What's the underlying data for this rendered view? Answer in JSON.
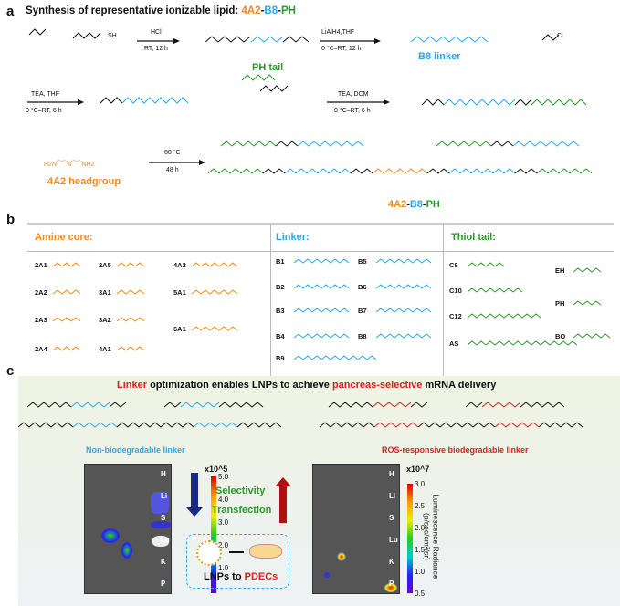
{
  "panel_a": {
    "label": "a",
    "title_prefix": "Synthesis of representative ionizable lipid: ",
    "title_parts": [
      "4A2",
      "-",
      "B8",
      "-",
      "PH"
    ],
    "step1": {
      "reagent": "HCl",
      "conditions": "RT, 12 h",
      "sh": "SH"
    },
    "step2": {
      "reagent": "LiAlH4,THF",
      "conditions": "0 °C–RT, 12 h"
    },
    "b8_linker": "B8 linker",
    "acyl_cl": "Cl",
    "step3": {
      "reagent": "TEA, THF",
      "conditions": "0 °C–RT, 6 h"
    },
    "pH_tail": "PH tail",
    "step4": {
      "reagent": "TEA, DCM",
      "conditions": "0 °C–RT, 6 h"
    },
    "step5": {
      "reagent": "60 °C",
      "conditions": "48 h"
    },
    "headgroup_label": "4A2 headgroup",
    "headgroup_formula": "H2N⁀⁀N⁀⁀NH2",
    "product_parts": [
      "4A2",
      "-",
      "B8",
      "-",
      "PH"
    ]
  },
  "panel_b": {
    "label": "b",
    "headers": [
      "Amine core:",
      "Linker:",
      "Thiol tail:"
    ],
    "amines": [
      "2A1",
      "2A2",
      "2A3",
      "2A4",
      "2A5",
      "3A1",
      "3A2",
      "4A1",
      "4A2",
      "5A1",
      "6A1"
    ],
    "linkers": [
      "B1",
      "B2",
      "B3",
      "B4",
      "B5",
      "B6",
      "B7",
      "B8",
      "B9"
    ],
    "tails": [
      "C8",
      "C10",
      "C12",
      "AS",
      "EH",
      "PH",
      "BO"
    ]
  },
  "panel_c": {
    "label": "c",
    "title_parts": [
      "Linker",
      " optimization enables LNPs to achieve ",
      "pancreas-selective",
      " mRNA delivery"
    ],
    "left_linker": "Non-biodegradable linker",
    "right_linker": "ROS-responsive biodegradable linker",
    "organs": [
      "H",
      "Li",
      "S",
      "Lu",
      "K",
      "P"
    ],
    "left_scale": {
      "exponent": "x10^5",
      "ticks": [
        "5.0",
        "4.0",
        "3.0",
        "2.0",
        "1.0"
      ]
    },
    "right_scale": {
      "exponent": "x10^7",
      "ticks": [
        "3.0",
        "2.5",
        "2.0",
        "1.5",
        "1.0",
        "0.5"
      ]
    },
    "selectivity": "Selectivity",
    "transfection": "Transfection",
    "lnp_label_parts": [
      "LNPs to ",
      "PDECs"
    ],
    "radiance_label": "Luminescence Radiance",
    "radiance_units": "(p/sec/cm²/sr)"
  },
  "colors": {
    "orange": "#f08a1c",
    "blue": "#29a8e8",
    "green": "#2a9a2a",
    "red": "#d42020",
    "navy": "#1a2a80"
  }
}
